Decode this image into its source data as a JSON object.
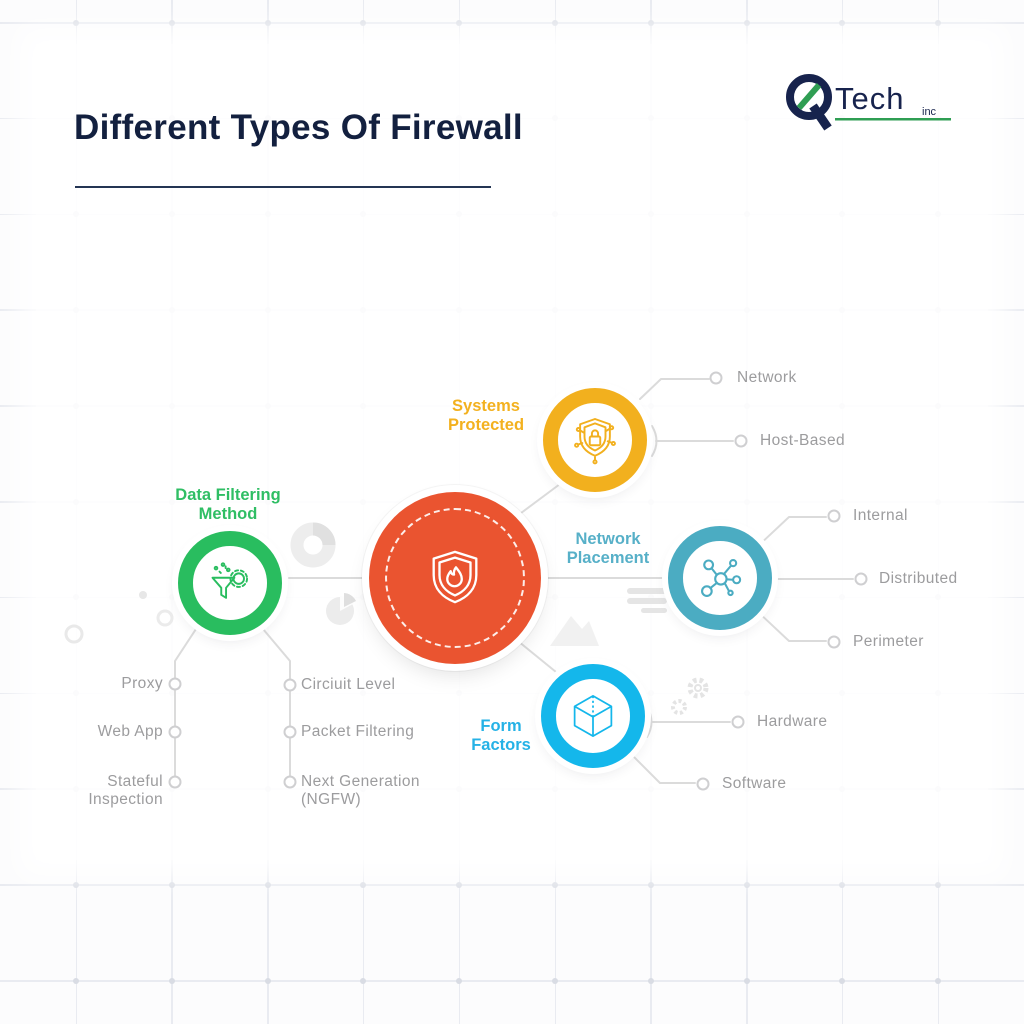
{
  "header": {
    "title": "Different Types Of Firewall"
  },
  "logo": {
    "letter": "Q",
    "brand": "Tech",
    "suffix": "inc",
    "navy": "#17234d",
    "green": "#2f9e53"
  },
  "diagram": {
    "center": {
      "icon": "shield-flame-icon",
      "color": "#EA5430"
    },
    "branches": [
      {
        "label": "Systems Protected",
        "color": "#F2B01E",
        "icon": "shield-lock-icon",
        "items": [
          "Network",
          "Host-Based"
        ]
      },
      {
        "label": "Network Placement",
        "color": "#4BACC2",
        "icon": "network-molecule-icon",
        "items": [
          "Internal",
          "Distributed",
          "Perimeter"
        ]
      },
      {
        "label": "Form Factors",
        "color": "#14B7EB",
        "icon": "cube-icon",
        "items": [
          "Hardware",
          "Software"
        ]
      },
      {
        "label": "Data Filtering Method",
        "color": "#29BD5F",
        "icon": "funnel-gear-icon",
        "items": [
          "Proxy",
          "Web App",
          "Stateful Inspection",
          "Circiuit Level",
          "Packet Filtering",
          "Next Generation (NGFW)"
        ]
      }
    ],
    "connector_color": "#dbdbdb",
    "leaf_text_color": "#9c9c9e"
  }
}
